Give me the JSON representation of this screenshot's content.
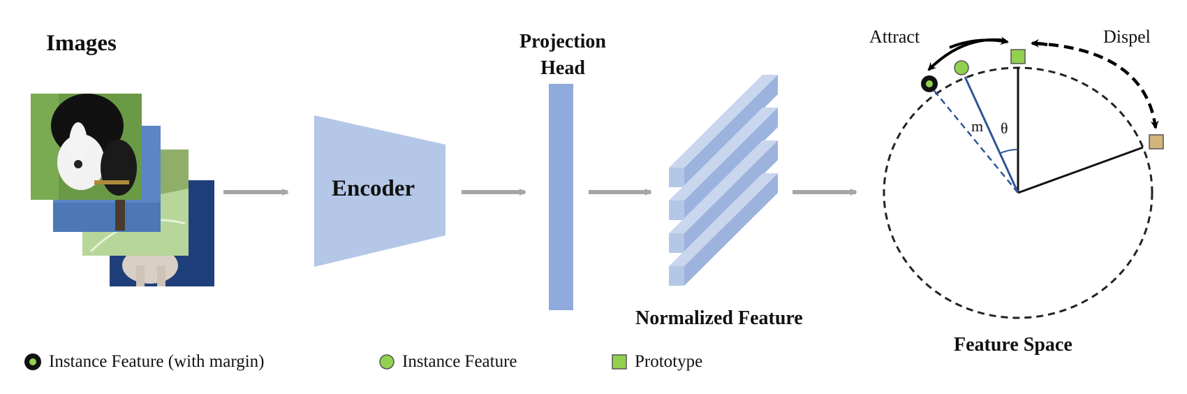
{
  "labels": {
    "images": "Images",
    "encoder": "Encoder",
    "projection_head_line1": "Projection",
    "projection_head_line2": "Head",
    "normalized_feature": "Normalized Feature",
    "feature_space": "Feature Space",
    "attract": "Attract",
    "dispel": "Dispel",
    "margin_symbol": "m",
    "theta_symbol": "θ"
  },
  "legend": [
    {
      "icon": "instance-feature-margin-icon",
      "label": "Instance Feature (with margin)"
    },
    {
      "icon": "instance-feature-icon",
      "label": "Instance Feature"
    },
    {
      "icon": "prototype-icon",
      "label": "Prototype"
    }
  ],
  "colors": {
    "encoder_fill": "#b4c7e7",
    "projection_fill": "#8faadc",
    "feature_top": "#c9d6ee",
    "feature_front": "#b4c7e7",
    "feature_side": "#9cb3dd",
    "arrow_gray": "#a6a6a6",
    "instance_green": "#92d050",
    "prototype_green": "#92d050",
    "prototype_tan": "#d2b57a",
    "margin_line_blue": "#2f5597"
  }
}
